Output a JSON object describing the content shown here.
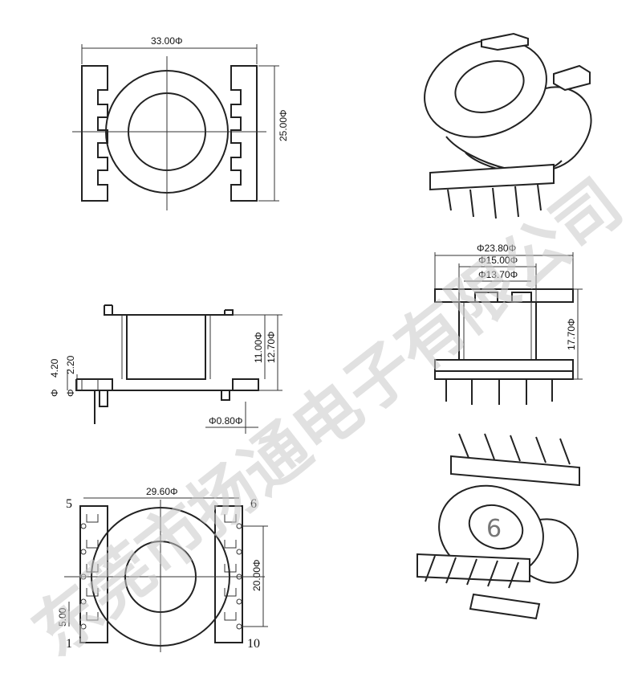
{
  "dimensions": {
    "top_width": "33.00Φ",
    "top_height": "25.00Φ",
    "side_h1": "4.20",
    "side_h2": "2.20",
    "side_d1": "Φ",
    "side_d2": "Φ",
    "side_core": "11.00Φ",
    "side_total": "12.70Φ",
    "pin_dia": "Φ0.80Φ",
    "od_outer": "Φ23.80Φ",
    "od_mid": "Φ15.00Φ",
    "od_inner": "Φ13.70Φ",
    "height_total": "17.70Φ",
    "bottom_width": "29.60Φ",
    "bottom_span": "20.00Φ",
    "bottom_pitch": "5.00"
  },
  "pins": {
    "tl": "5",
    "tr": "6",
    "bl": "1",
    "br": "10"
  },
  "badge": "6",
  "watermark": "东莞市扬通电子有限公司"
}
